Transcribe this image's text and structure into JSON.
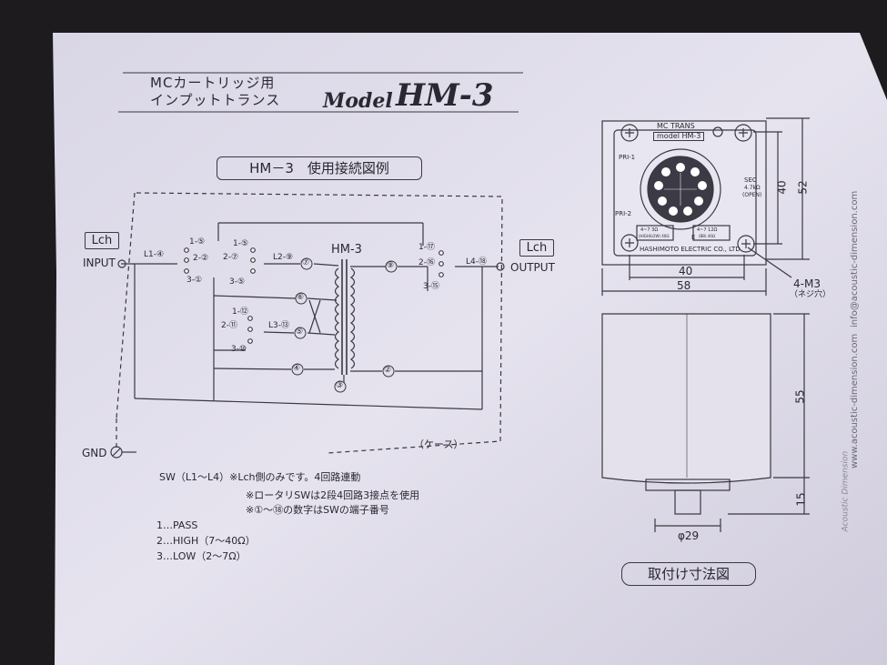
{
  "header": {
    "line1": "MCカートリッジ用",
    "line2": "インプットトランス",
    "model_word": "Model",
    "model_name": "HM-3"
  },
  "schematic": {
    "title": "HM－3　使用接続図例",
    "left_channel": "Lch",
    "right_channel": "Lch",
    "input": "INPUT",
    "output": "OUTPUT",
    "gnd": "GND",
    "transformer": "HM-3",
    "case_label": "（ケース）",
    "switches": {
      "l1": "L1-④",
      "l1_1": "1-⑤",
      "l1_2": "2-②",
      "l1_3": "3-①",
      "l2": "L2-⑨",
      "l2_1": "1-⑤",
      "l2_2": "2-⑦",
      "l2_3": "3-⑤",
      "l3": "L3-⑬",
      "l3_1": "1-⑫",
      "l3_2": "2-⑪",
      "l3_3": "3-⑩",
      "l4": "L4-⑱",
      "l4_1": "1-⑰",
      "l4_2": "2-⑯",
      "l4_3": "3-⑮"
    },
    "pins": [
      "⑦",
      "⑥",
      "⑤",
      "④",
      "⑨",
      "②",
      "③"
    ]
  },
  "notes": {
    "n1": "SW（L1～L4）※Lch側のみです。4回路連動",
    "n2": "※ロータリSWは2段4回路3接点を使用",
    "n3": "※①～⑱の数字はSWの端子番号",
    "pass": "1…PASS",
    "high": "2…HIGH（7～40Ω）",
    "low": "3…LOW（2～7Ω）"
  },
  "plate": {
    "title1": "MC TRANS",
    "title2": "model  HM-3",
    "pri1": "PRI-1",
    "pri2": "PRI-2",
    "sec": "SEC",
    "sec2": "4.7kΩ",
    "sec3": "(OPEN)",
    "label_left": "4~7  3Ω",
    "label_right": "4~7  12Ω",
    "small_left": "(HIGH/LOW) 40Ω",
    "small_right": "(BB) 40Ω",
    "e": "E",
    "maker": "HASHIMOTO  ELECTRIC  CO., LTD."
  },
  "dims": {
    "d40h": "40",
    "d52": "52",
    "d40w": "40",
    "d58": "58",
    "m3": "4-M3",
    "m3_sub": "（ネジ穴）",
    "d55": "55",
    "d15": "15",
    "phi": "φ29",
    "drawing_title": "取付け寸法図"
  },
  "side_text": {
    "email": "info@acoustic-dimension.com",
    "web": "www.acoustic-dimension.com",
    "brand": "Acoustic Dimension"
  }
}
